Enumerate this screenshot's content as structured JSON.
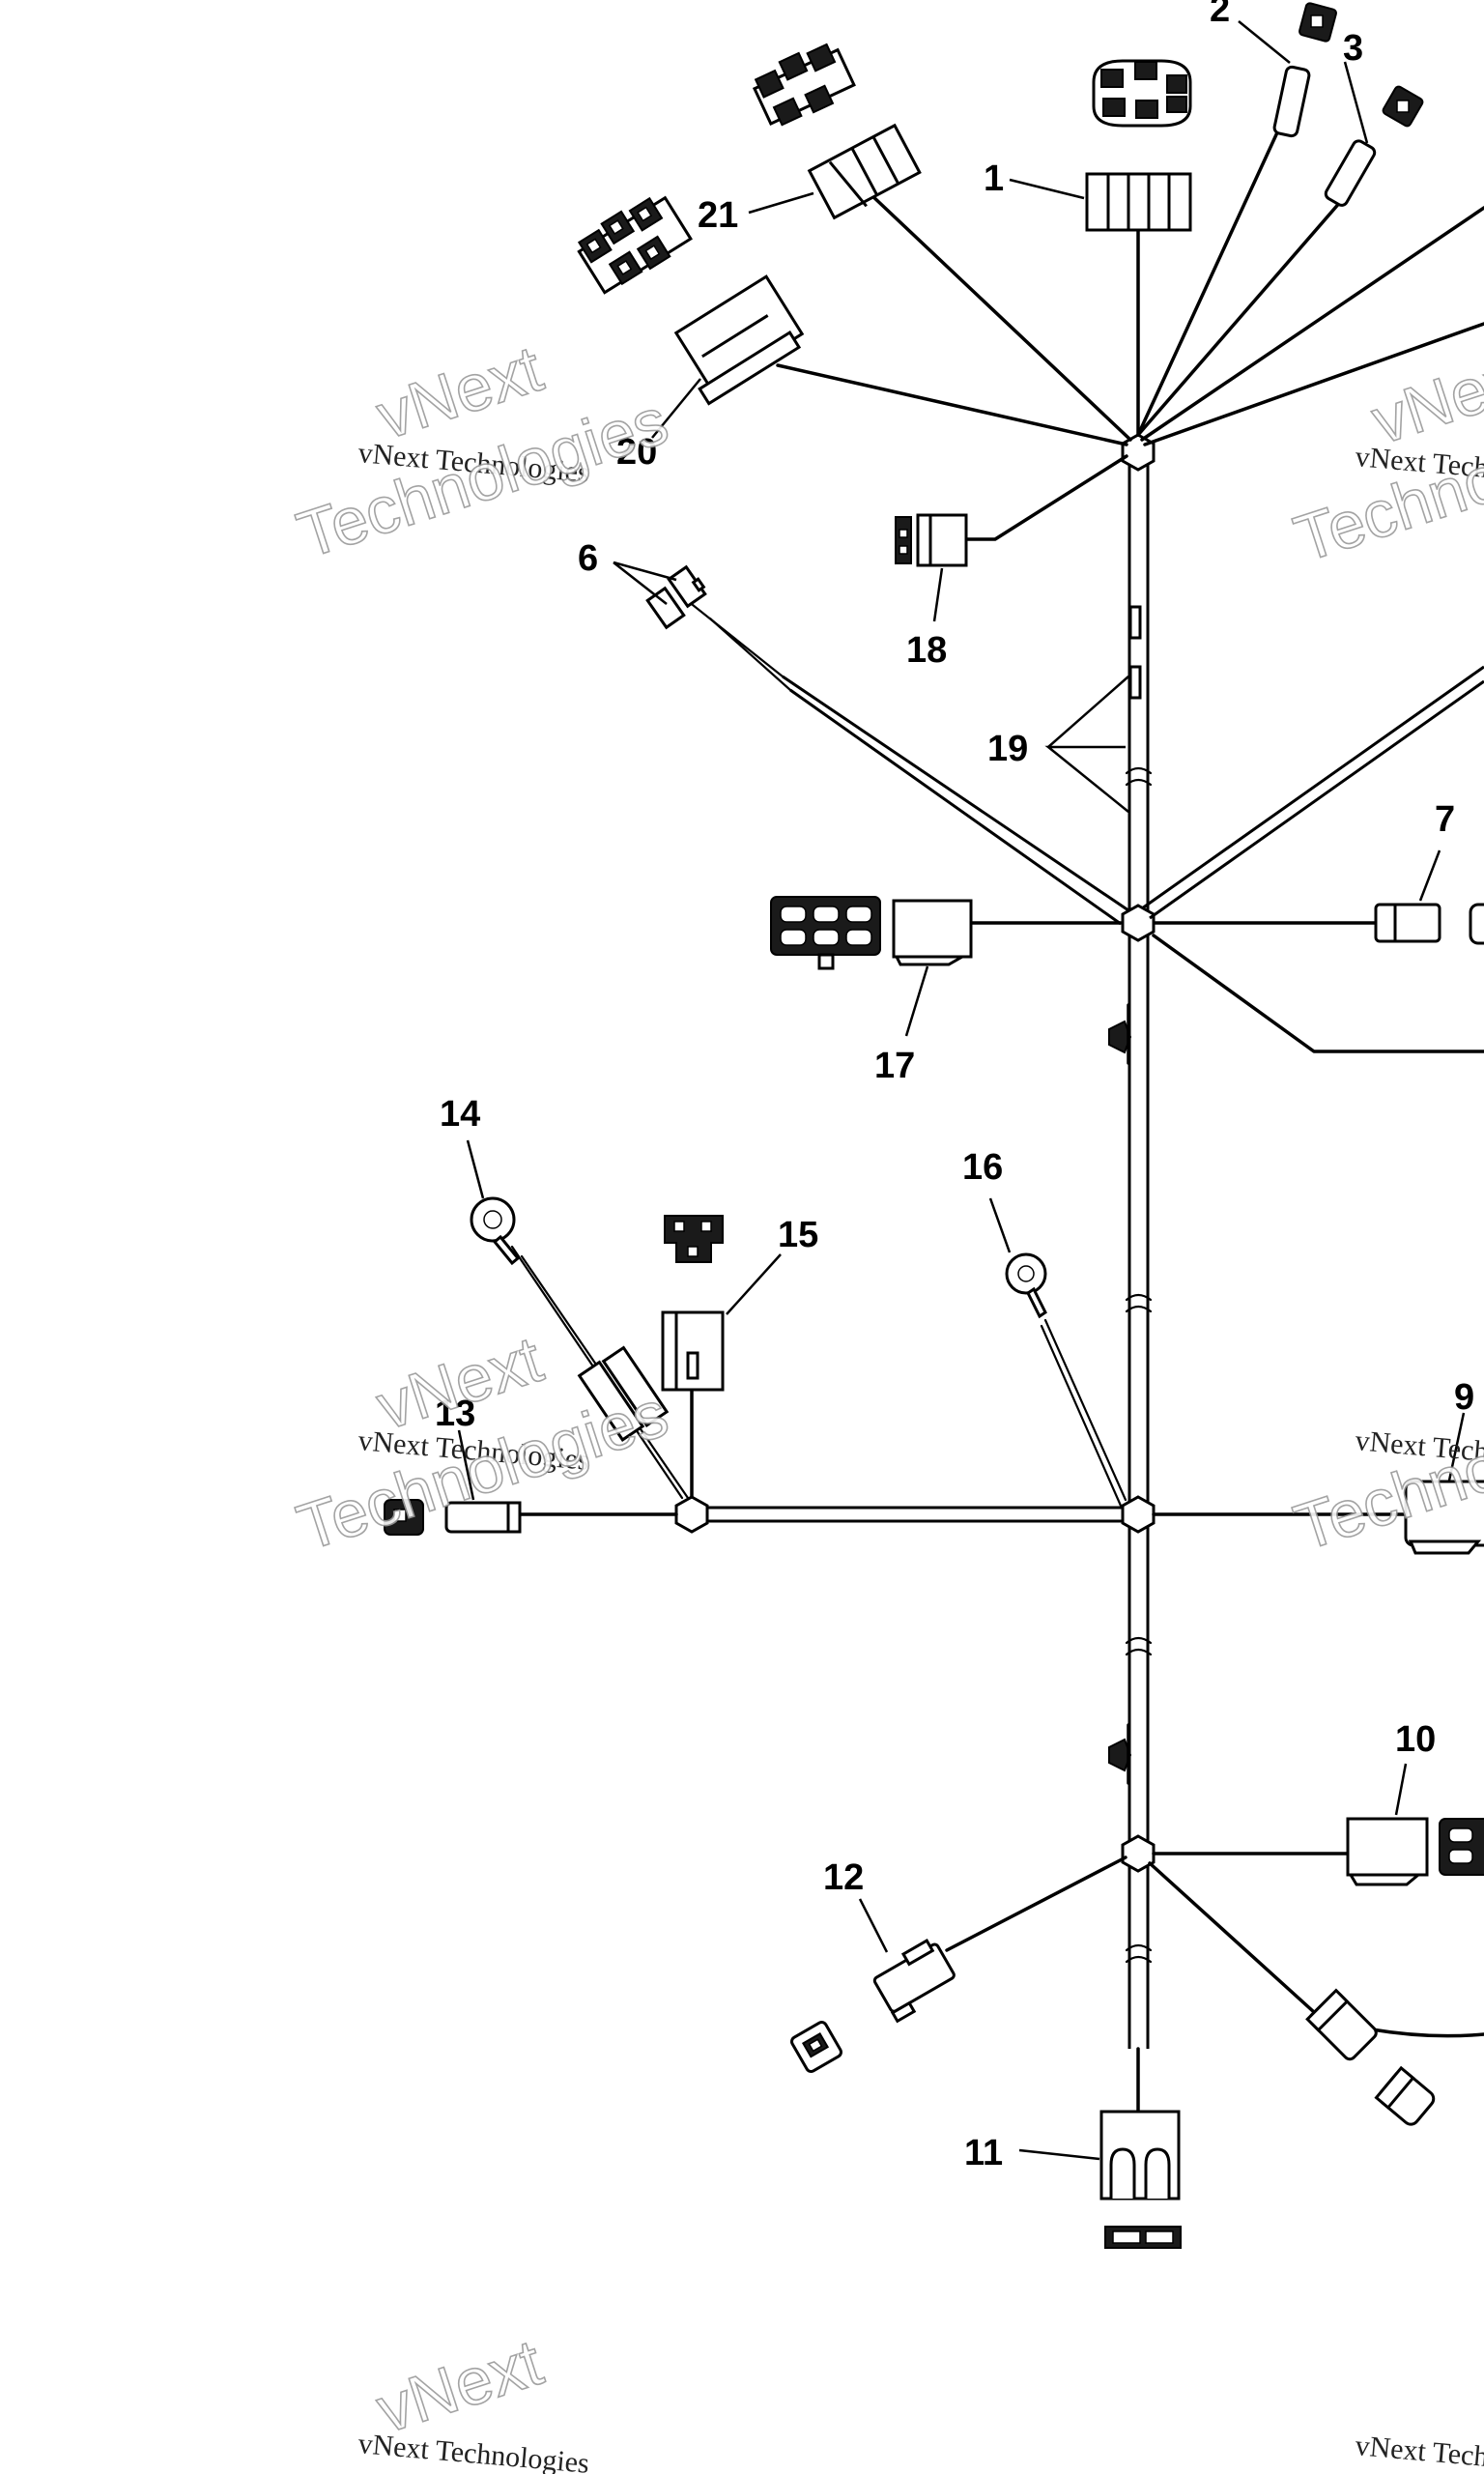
{
  "watermarks": [
    {
      "line1": "vNext Technologies",
      "line2": "vNext",
      "line3": "Technologies"
    }
  ],
  "callouts": {
    "c1": "1",
    "c2": "2",
    "c3": "3",
    "c6": "6",
    "c7": "7",
    "c9": "9",
    "c10": "10",
    "c11": "11",
    "c12": "12",
    "c13": "13",
    "c14": "14",
    "c15": "15",
    "c16": "16",
    "c17": "17",
    "c18": "18",
    "c19": "19",
    "c20": "20",
    "c21": "21"
  }
}
